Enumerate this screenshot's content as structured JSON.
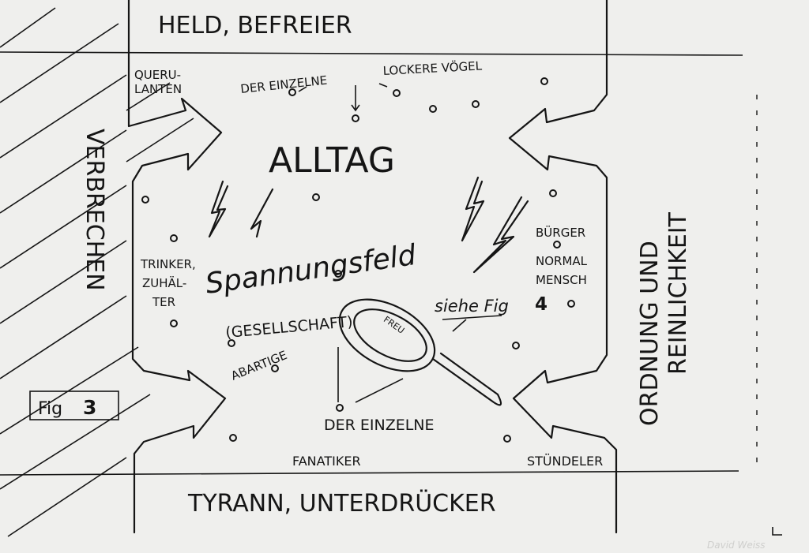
{
  "top_label": "HELD, BEFREIER",
  "bottom_label": "TYRANN, UNTERDRÜCKER",
  "left_label": "VERBRECHEN",
  "right_label_1": "ORDNUNG UND",
  "right_label_2": "REINLICHKEIT",
  "center_title": "ALLTAG",
  "field_label": "Spannungsfeld",
  "society_label": "(GESELLSCHAFT)",
  "groups": {
    "querulanten_1": "QUERU-",
    "querulanten_2": "LANTEN",
    "einzelne_top": "DER EINZELNE",
    "lockere_voegel": "LOCKERE VÖGEL",
    "trinker_1": "TRINKER,",
    "trinker_2": "ZUHÄL-",
    "trinker_3": "TER",
    "abartige": "ABARTIGE",
    "buerger_1": "BÜRGER",
    "buerger_2": "NORMAL",
    "buerger_3": "MENSCH",
    "einzelne_bottom": "DER EINZELNE",
    "fanatiker": "FANATIKER",
    "stuendeler": "STÜNDELER"
  },
  "magnifier_text": "FREU",
  "see_fig": "siehe Fig",
  "see_fig_num": "4",
  "fig_label": "Fig",
  "fig_num": "3",
  "signature": "David Weiss"
}
